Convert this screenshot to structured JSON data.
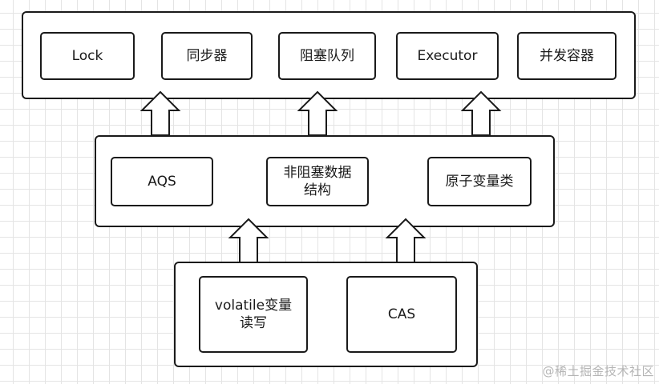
{
  "top_layer": {
    "items": [
      "Lock",
      "同步器",
      "阻塞队列",
      "Executor",
      "并发容器"
    ]
  },
  "middle_layer": {
    "items": [
      "AQS",
      "非阻塞数据\n结构",
      "原子变量类"
    ]
  },
  "bottom_layer": {
    "items": [
      "volatile变量\n读写",
      "CAS"
    ]
  },
  "watermark": "@稀土掘金技术社区",
  "colors": {
    "stroke": "#1a1a1a",
    "background": "#ffffff",
    "grid": "#e4e4e4"
  }
}
